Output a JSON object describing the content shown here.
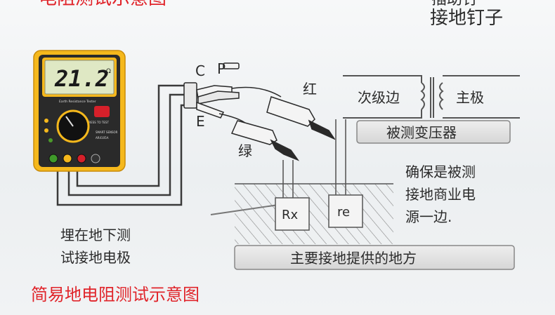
{
  "top": {
    "title_partial": "电阻测试示意图",
    "right_line1": "插助钉",
    "right_line2": "接地钉子"
  },
  "meter": {
    "reading": "21.2",
    "unit": "Ω",
    "model_label": "Earth Resistance Tester",
    "brand": "SMART SENSOR",
    "model": "AR4105A",
    "test_button": "PRESS TO TEST"
  },
  "probes": {
    "C": "C",
    "P": "P",
    "E": "E",
    "red_label": "红",
    "green_label": "绿"
  },
  "transformer": {
    "secondary": "次级边",
    "primary": "主极",
    "box_label": "被测变压器"
  },
  "note": {
    "line1": "确保是被测",
    "line2": "接地商业电",
    "line3": "源一边."
  },
  "ground": {
    "rx": "Rx",
    "re": "re",
    "main_ground": "主要接地提供的地方"
  },
  "electrode_label": {
    "line1": "埋在地下测",
    "line2": "试接地电极"
  },
  "caption": "简易地电阻测试示意图",
  "colors": {
    "meter_yellow": "#f5b81c",
    "meter_body": "#2a2a2a",
    "lcd": "#dfe8c4",
    "probe_red": "#d6202a",
    "wire": "#3a3a3a",
    "caption_red": "#e0242a"
  }
}
